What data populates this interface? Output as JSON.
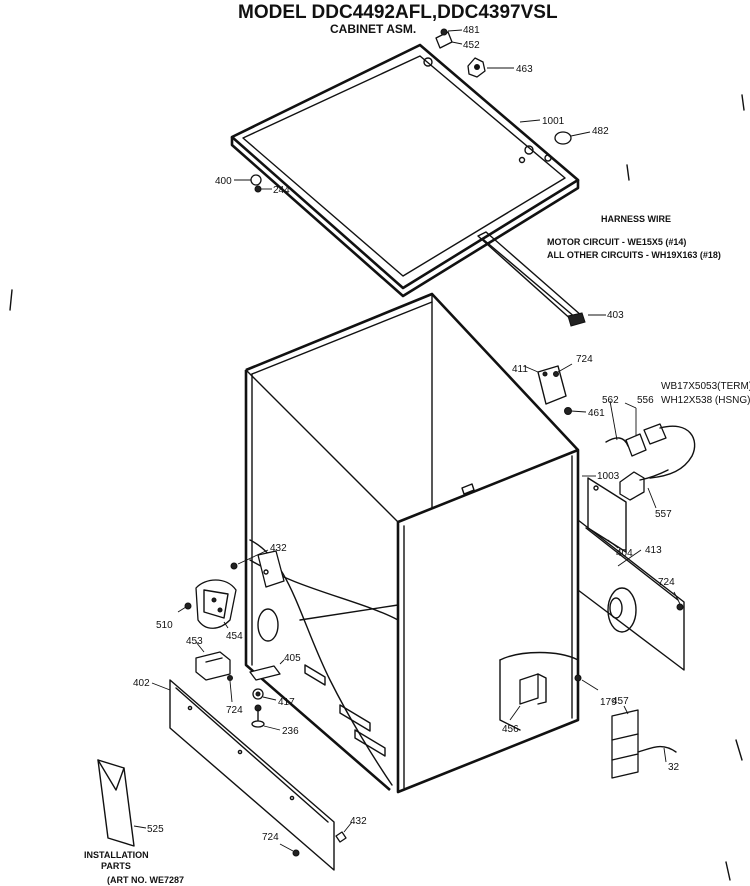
{
  "header": {
    "model_title": "MODEL DDC4492AFL,DDC4397VSL",
    "subtitle": "CABINET ASM."
  },
  "harness": {
    "heading": "HARNESS WIRE",
    "motor_circuit": "MOTOR CIRCUIT - WE15X5 (#14)",
    "other_circuits": "ALL OTHER CIRCUITS - WH19X163 (#18)"
  },
  "connector": {
    "term": "WB17X5053(TERM)",
    "hsng": "WH12X538 (HSNG)"
  },
  "installation": {
    "line1": "INSTALLATION",
    "line2": "PARTS",
    "art_no": "(ART NO. WE7287"
  },
  "parts": {
    "p481": "481",
    "p452": "452",
    "p463": "463",
    "p1001": "1001",
    "p482": "482",
    "p400": "400",
    "p244": "244",
    "p403": "403",
    "p411": "411",
    "p724a": "724",
    "p461": "461",
    "p562": "562",
    "p556": "556",
    "p1003": "1003",
    "p557": "557",
    "p404": "404",
    "p413": "413",
    "p724b": "724",
    "p432a": "432",
    "p510": "510",
    "p454": "454",
    "p453": "453",
    "p405": "405",
    "p402": "402",
    "p417": "417",
    "p724c": "724",
    "p236": "236",
    "p179": "179",
    "p457": "457",
    "p456": "456",
    "p32": "32",
    "p525": "525",
    "p432b": "432",
    "p724d": "724"
  }
}
